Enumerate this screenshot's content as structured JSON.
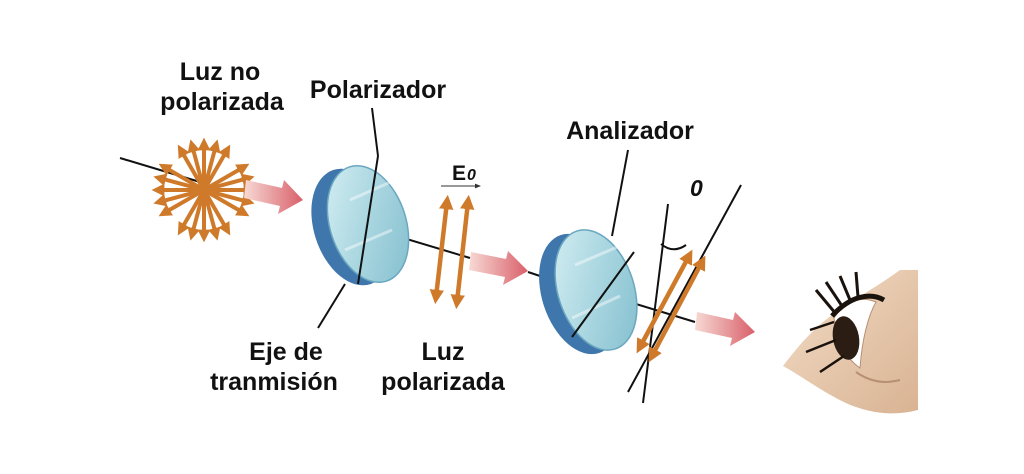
{
  "labels": {
    "unpolarized_line1": "Luz no",
    "unpolarized_line2": "polarizada",
    "polarizer": "Polarizador",
    "analyzer": "Analizador",
    "field_symbol": "E",
    "field_subscript": "0",
    "angle_symbol": "0",
    "axis_line1": "Eje de",
    "axis_line2": "tranmisión",
    "polarized_line1": "Luz",
    "polarized_line2": "polarizada"
  },
  "colors": {
    "arrow_orange": "#cf7a2a",
    "beam_arrow_pink": "#e0777a",
    "disc_face": "#a9d6e0",
    "disc_rim": "#4f86b8",
    "skin": "#e8c9ad"
  },
  "icons": {
    "unpolarized": "starburst-arrows-icon",
    "eye": "eye-icon"
  }
}
